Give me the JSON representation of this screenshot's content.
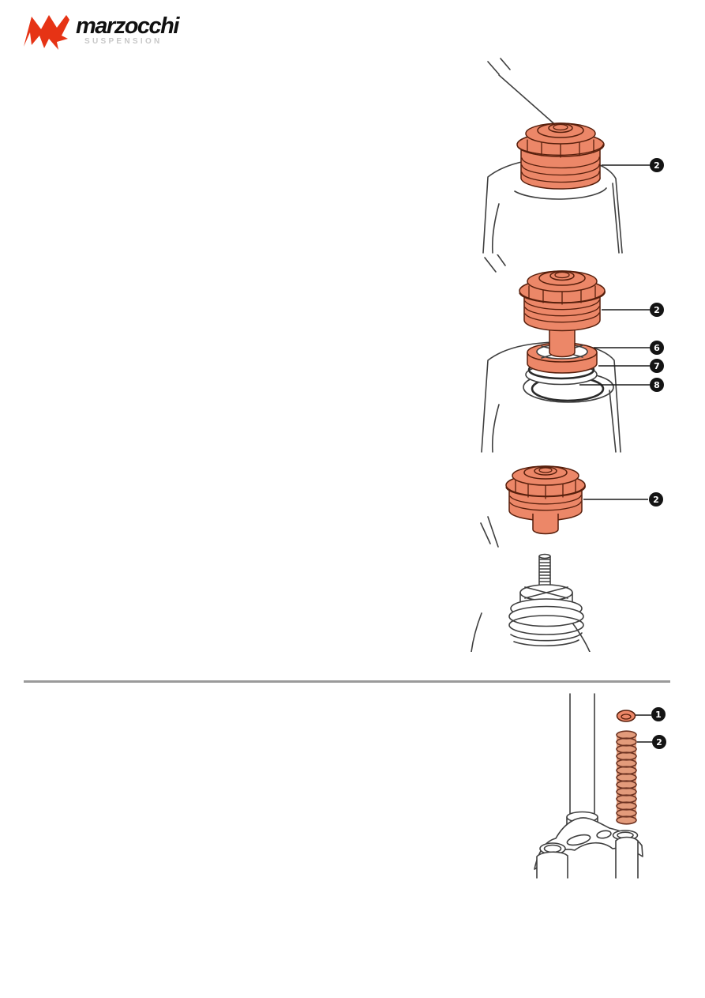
{
  "logo": {
    "brand": "marzocchi",
    "tagline": "SUSPENSION"
  },
  "colors": {
    "logo-red": "#e63315",
    "brand-black": "#101010",
    "tagline-gray": "#c7c7c7",
    "part-fill": "#ec8768",
    "part-outline": "#571f0c",
    "spring-fill": "#e39b7b",
    "spring-outline": "#6d3322",
    "line-art": "#3f3f3f",
    "callout-bg": "#141414",
    "callout-text": "#ffffff",
    "divider-gray": "#9a9a9a"
  },
  "figures": [
    {
      "callouts": [
        {
          "label": "2"
        }
      ]
    },
    {
      "callouts": [
        {
          "label": "2"
        },
        {
          "label": "6"
        },
        {
          "label": "7"
        },
        {
          "label": "8"
        }
      ]
    },
    {
      "callouts": [
        {
          "label": "2"
        }
      ]
    },
    {
      "callouts": [
        {
          "label": "1"
        },
        {
          "label": "2"
        }
      ]
    }
  ]
}
